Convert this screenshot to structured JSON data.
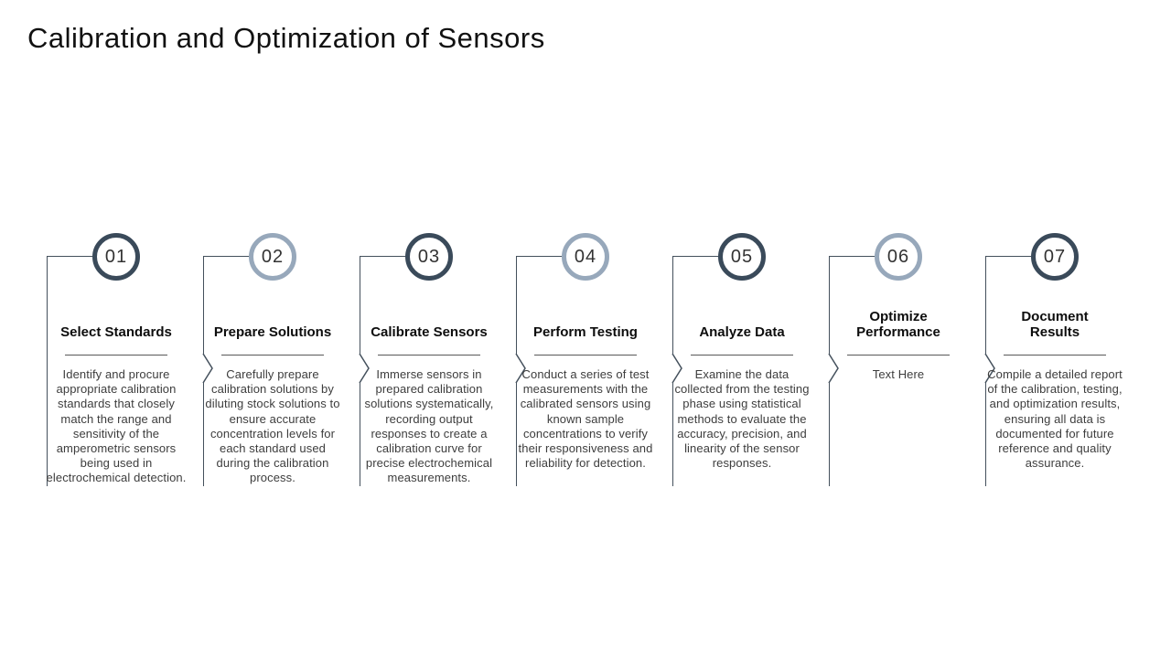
{
  "title": "Calibration and Optimization of Sensors",
  "colors": {
    "circle_dark": "#3A4A5A",
    "circle_light": "#97A8BB",
    "connector_line": "#44505C",
    "heading_text": "#0d0d0d",
    "body_text": "#3d3d3d",
    "background": "#ffffff"
  },
  "steps": [
    {
      "number": "01",
      "circle": "dark",
      "title": "Select Standards",
      "body": "Identify and procure appropriate calibration standards that closely match the range and sensitivity of the amperometric sensors being used in electrochemical detection."
    },
    {
      "number": "02",
      "circle": "light",
      "title": "Prepare Solutions",
      "body": "Carefully prepare calibration solutions by diluting stock solutions to ensure accurate concentration levels for each standard used during the calibration process."
    },
    {
      "number": "03",
      "circle": "dark",
      "title": "Calibrate Sensors",
      "body": "Immerse sensors in prepared calibration solutions systematically, recording output responses to create a calibration curve for precise electrochemical measurements."
    },
    {
      "number": "04",
      "circle": "light",
      "title": "Perform Testing",
      "body": "Conduct a series of test measurements with the calibrated sensors using known sample concentrations to verify their responsiveness and reliability for detection."
    },
    {
      "number": "05",
      "circle": "dark",
      "title": "Analyze Data",
      "body": "Examine the data collected from the testing phase using statistical methods to evaluate the accuracy, precision, and linearity of the sensor responses."
    },
    {
      "number": "06",
      "circle": "light",
      "title": "Optimize\nPerformance",
      "body": "Text Here"
    },
    {
      "number": "07",
      "circle": "dark",
      "title": "Document\nResults",
      "body": "Compile a detailed report of the calibration, testing, and optimization results, ensuring all data is documented for future reference and quality assurance."
    }
  ]
}
